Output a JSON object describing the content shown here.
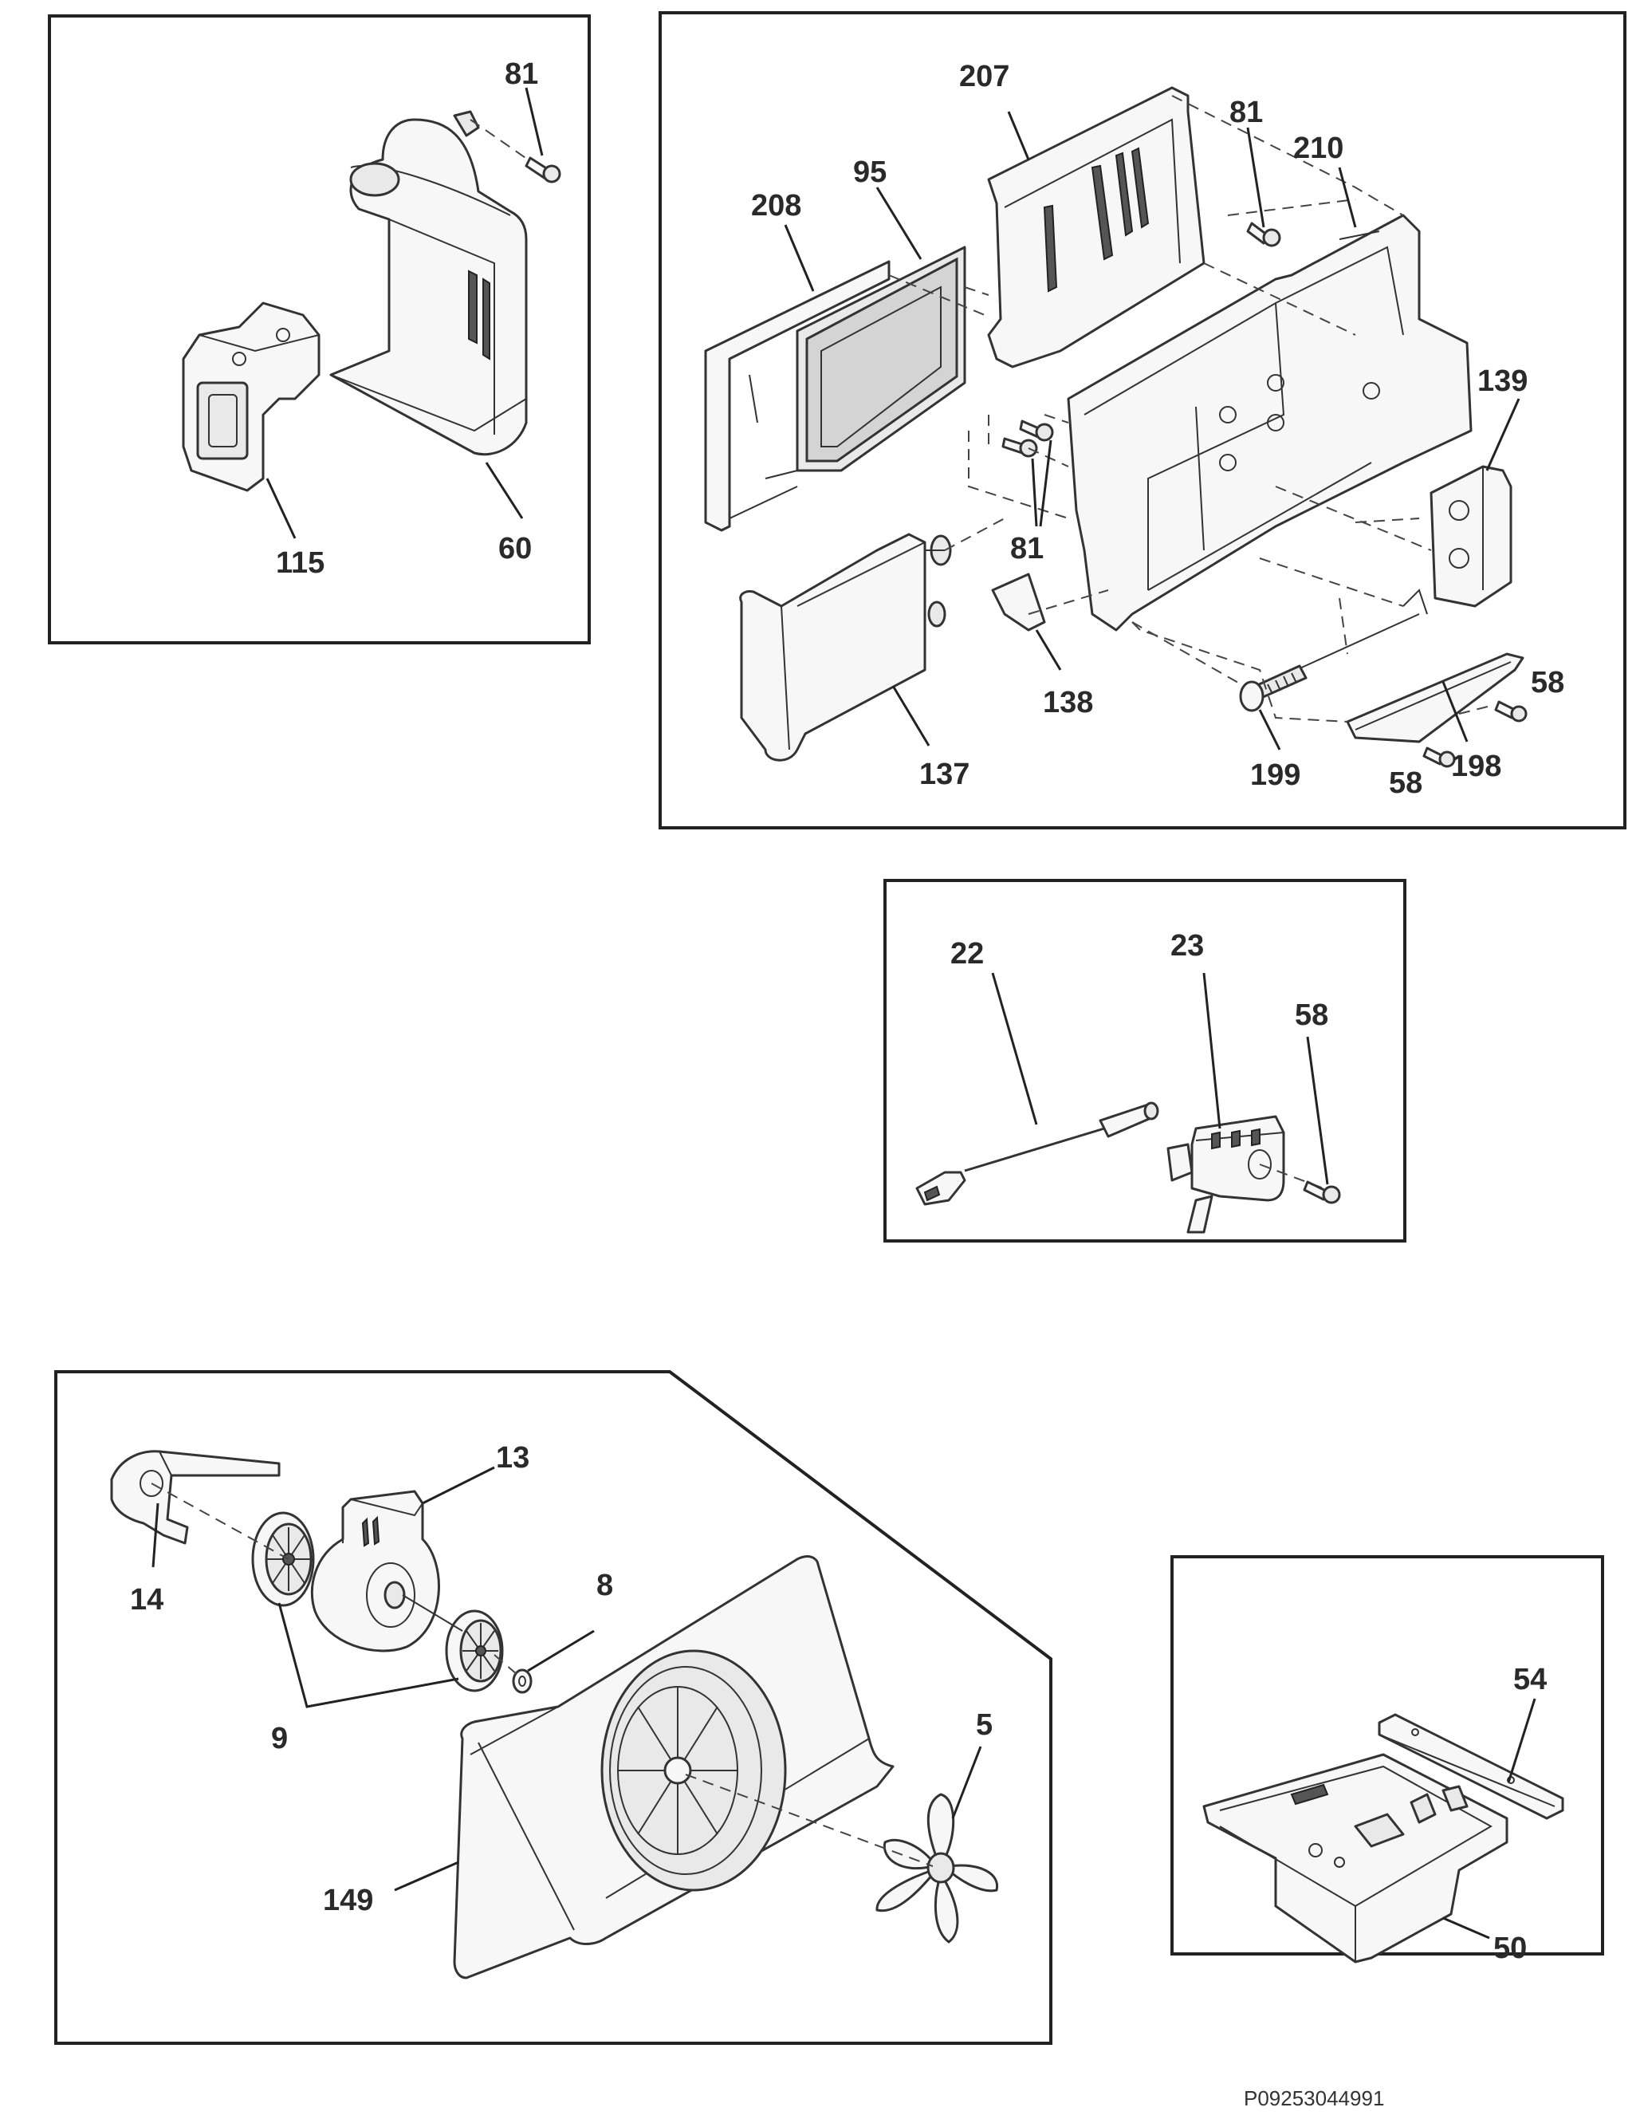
{
  "diagram": {
    "document_id": "P09253044991",
    "panels": [
      {
        "id": "panel-top-left",
        "callouts": [
          "81",
          "115",
          "60"
        ]
      },
      {
        "id": "panel-top-right",
        "callouts": [
          "207",
          "81",
          "210",
          "208",
          "95",
          "139",
          "81",
          "138",
          "137",
          "58",
          "199",
          "58",
          "198"
        ]
      },
      {
        "id": "panel-middle-right",
        "callouts": [
          "22",
          "23",
          "58"
        ]
      },
      {
        "id": "panel-bottom-left",
        "callouts": [
          "13",
          "8",
          "14",
          "9",
          "5",
          "149"
        ]
      },
      {
        "id": "panel-bottom-right",
        "callouts": [
          "54",
          "50"
        ]
      }
    ]
  }
}
